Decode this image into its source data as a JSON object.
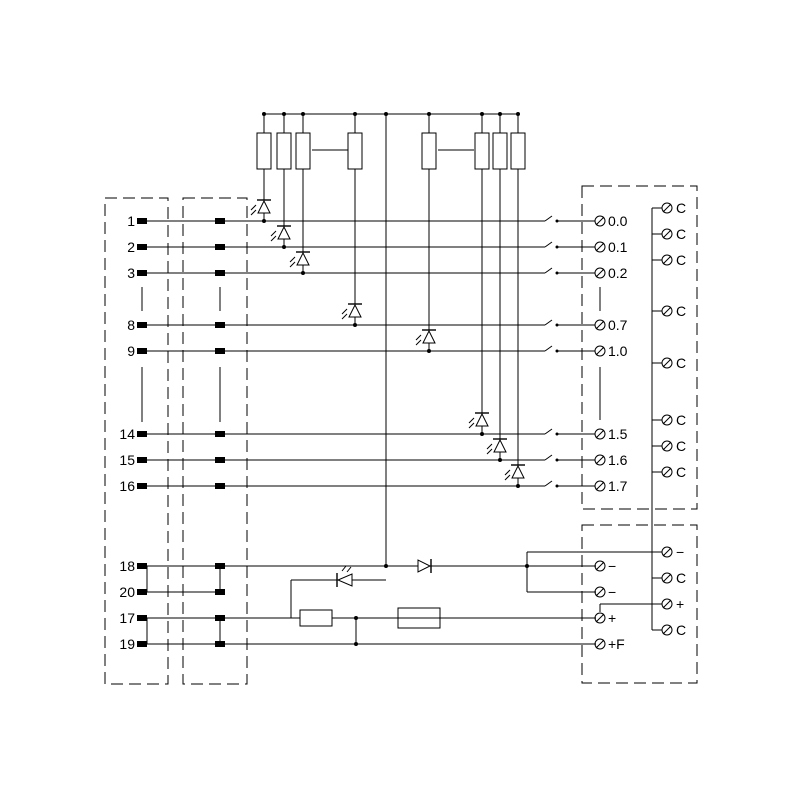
{
  "left_pins": [
    "1",
    "2",
    "3",
    "8",
    "9",
    "14",
    "15",
    "16",
    "18",
    "20",
    "17",
    "19"
  ],
  "io_terminals": [
    "0.0",
    "0.1",
    "0.2",
    "0.7",
    "1.0",
    "1.5",
    "1.6",
    "1.7"
  ],
  "common_terminals": [
    "C",
    "C",
    "C",
    "C",
    "C",
    "C",
    "C",
    "C"
  ],
  "power_terminals": [
    "−",
    "−",
    "+",
    "+F"
  ],
  "right_power_terminals": [
    "−",
    "C",
    "+",
    "C"
  ]
}
